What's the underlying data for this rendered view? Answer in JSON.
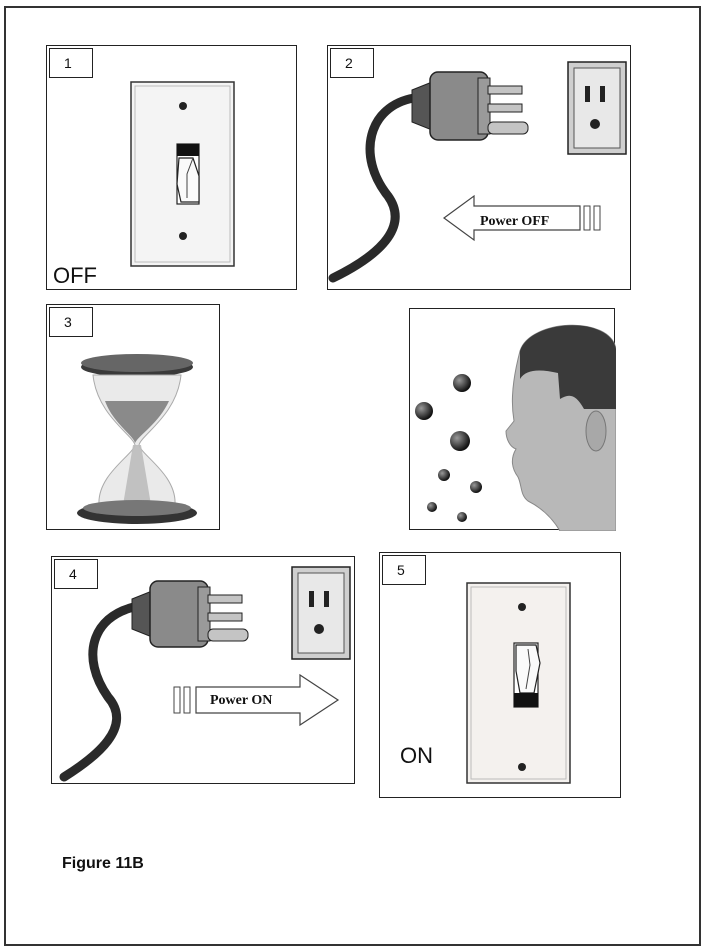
{
  "panels": [
    {
      "number": "1",
      "state_label": "OFF"
    },
    {
      "number": "2",
      "arrow_label": "Power OFF"
    },
    {
      "number": "3"
    },
    {
      "number": "4",
      "arrow_label": "Power ON"
    },
    {
      "number": "5",
      "state_label": "ON"
    }
  ],
  "caption": "Figure 11B",
  "colors": {
    "plug": "#8a8a8a",
    "cord": "#2a2a2a",
    "outlet": "#cfcfcf",
    "skin": "#b8b8b8",
    "hair": "#3a3a3a"
  },
  "icons": [
    "light-switch-off-icon",
    "power-plug-icon",
    "wall-outlet-icon",
    "hourglass-icon",
    "head-with-particles-icon",
    "light-switch-on-icon"
  ]
}
